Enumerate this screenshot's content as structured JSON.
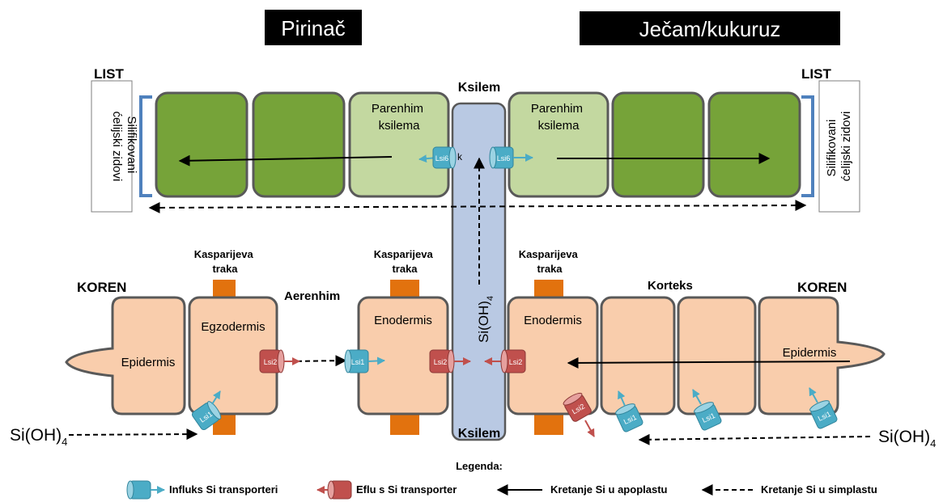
{
  "headers": {
    "left": "Pirinač",
    "right": "Ječam/kukuruz"
  },
  "leaf": {
    "left_label": "LIST",
    "right_label": "LIST",
    "left_box": [
      "Silifikovani",
      "ćelijski zidovi"
    ],
    "right_box": [
      "Silifikovani",
      "ćelijski zidovi"
    ],
    "left_parenchyma": [
      "Parenhim",
      "ksilema"
    ],
    "right_parenchyma": [
      "Parenhim",
      "ksilema"
    ],
    "transporter_left": "Lsi6",
    "transporter_left_suffix": "k",
    "transporter_right": "Lsi6"
  },
  "xylem": {
    "top_label": "Ksilem",
    "bottom_label": "Ksilem",
    "formula": "Si(OH)",
    "formula_sub": "4"
  },
  "root": {
    "left_label": "KOREN",
    "right_label": "KOREN",
    "aerenhim": "Aerenhim",
    "korteks": "Korteks",
    "casparian": [
      "Kasparijeva",
      "traka"
    ],
    "cells": {
      "epidermis_left": "Epidermis",
      "egzodermis": "Egzodermis",
      "enodermis_left": "Enodermis",
      "enodermis_right": "Enodermis",
      "epidermis_right": "Epidermis"
    },
    "input_left": "Si(OH)",
    "input_right": "Si(OH)",
    "input_sub": "4",
    "transporters": {
      "lsi1": "Lsi1",
      "lsi2": "Lsi2"
    }
  },
  "legend": {
    "title": "Legenda:",
    "influx": "Influks Si transporteri",
    "efflux": "Eflu  s Si transporter",
    "apoplast": "Kretanje Si u apoplastu",
    "symplast": "Kretanje Si u simplastu"
  },
  "colors": {
    "leaf_dark": "#76a339",
    "leaf_light": "#c3d8a0",
    "xylem": "#b9c9e3",
    "root_cell": "#f9cdac",
    "casparian": "#e2720e",
    "influx": "#4bacc6",
    "efflux": "#c0504d",
    "bracket": "#4f81bd",
    "outline": "#595959"
  },
  "icons": [
    "influx-transporter-icon",
    "efflux-transporter-icon",
    "solid-arrow-icon",
    "dashed-arrow-icon"
  ]
}
